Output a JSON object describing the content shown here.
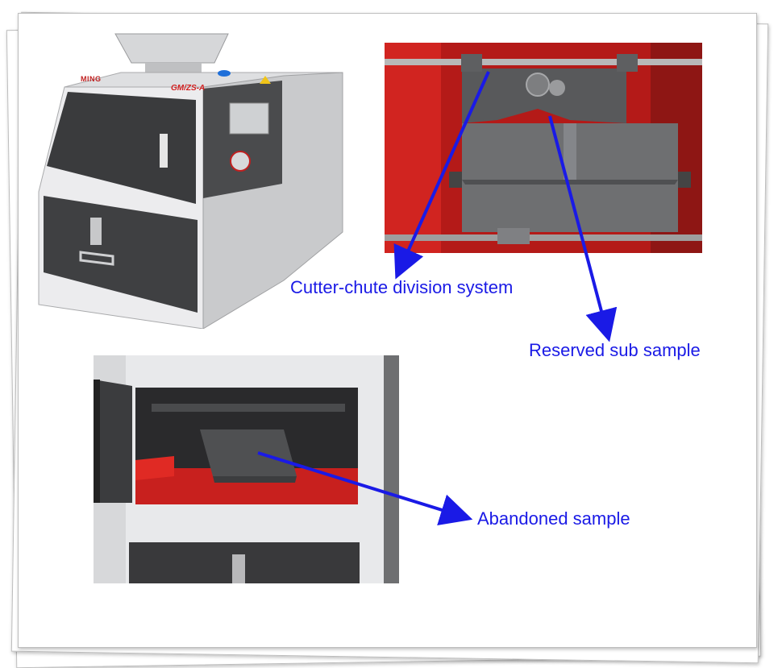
{
  "machine": {
    "brand_logo": "MING",
    "model_label": "GM/ZS-A"
  },
  "labels": {
    "cutter_chute": "Cutter-chute division system",
    "reserved_sub_sample": "Reserved sub sample",
    "abandoned_sample": "Abandoned sample"
  },
  "colors": {
    "label_blue": "#1a1ae6",
    "machine_grey": "#e8e9eb",
    "panel_dark": "#3a3b3d",
    "interior_red": "#c8201e"
  }
}
